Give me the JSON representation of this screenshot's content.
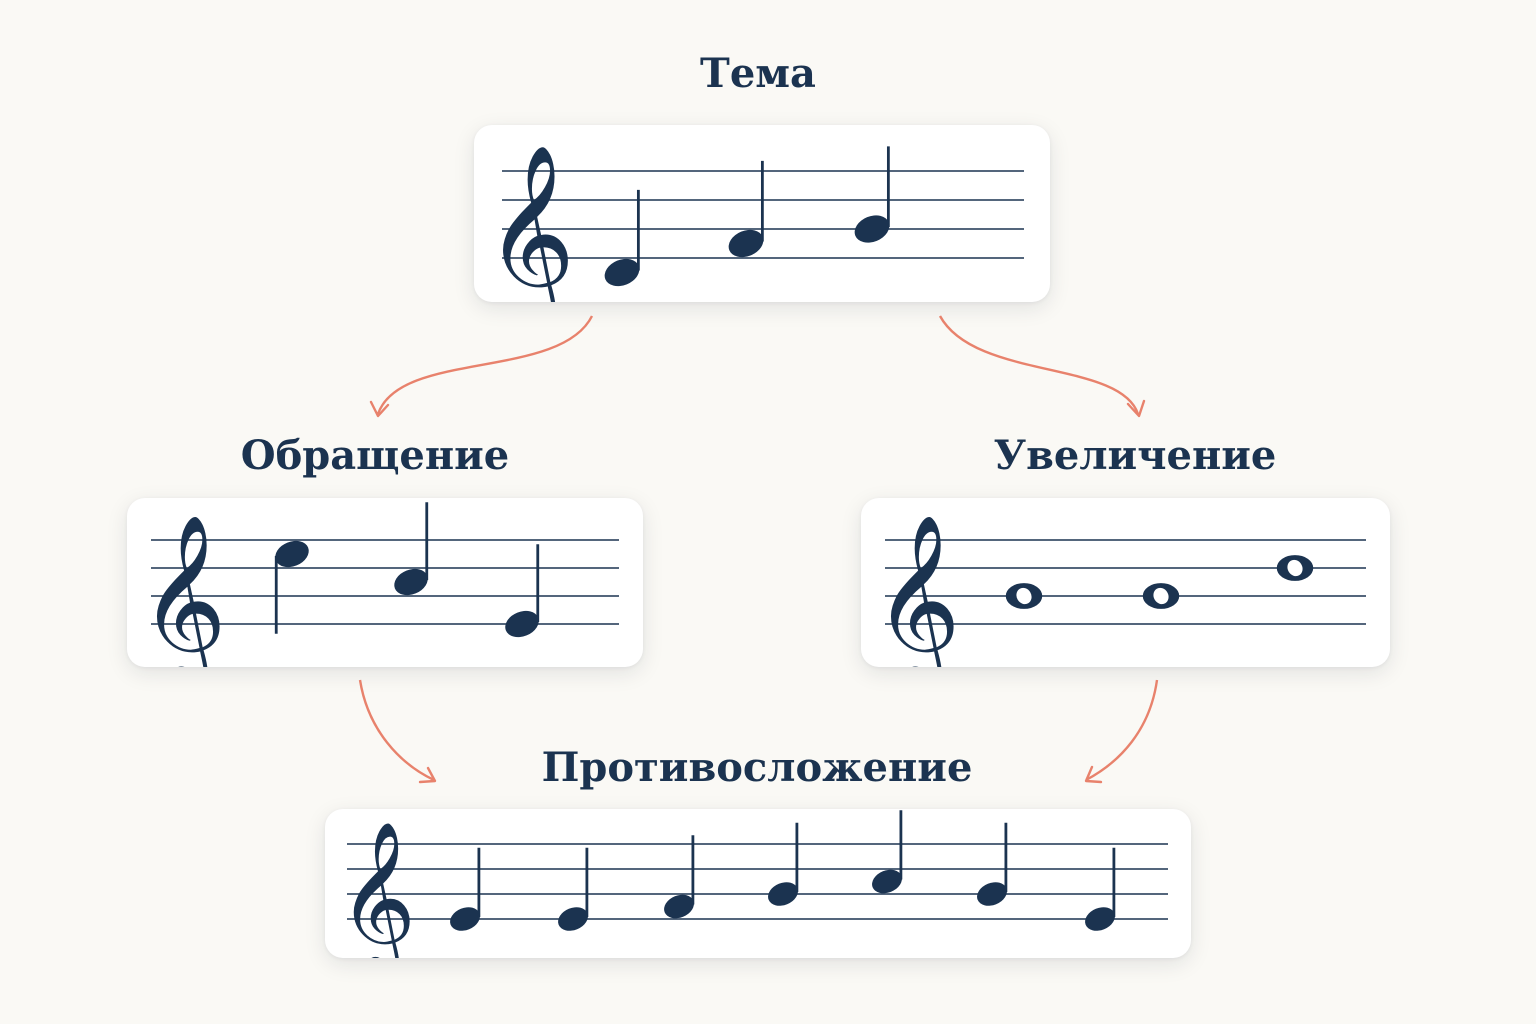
{
  "colors": {
    "ink": "#1b3350",
    "arrow": "#e8826c",
    "card": "#ffffff",
    "background": "#faf9f5"
  },
  "icons": [
    "treble-clef-icon",
    "arrow-icon"
  ],
  "nodes": {
    "theme": {
      "label": "Тема",
      "notes": [
        {
          "pitch": "D4",
          "duration": "quarter"
        },
        {
          "pitch": "F4",
          "duration": "quarter"
        },
        {
          "pitch": "G4",
          "duration": "quarter"
        }
      ]
    },
    "inversion": {
      "label": "Обращение",
      "notes": [
        {
          "pitch": "C5",
          "duration": "quarter"
        },
        {
          "pitch": "A4",
          "duration": "quarter"
        },
        {
          "pitch": "E4",
          "duration": "quarter"
        }
      ]
    },
    "augmentation": {
      "label": "Увеличение",
      "notes": [
        {
          "pitch": "G4",
          "duration": "whole"
        },
        {
          "pitch": "G4",
          "duration": "whole"
        },
        {
          "pitch": "B4",
          "duration": "whole"
        }
      ]
    },
    "countersubject": {
      "label": "Противосложение",
      "notes": [
        {
          "pitch": "E4",
          "duration": "quarter"
        },
        {
          "pitch": "E4",
          "duration": "quarter"
        },
        {
          "pitch": "F4",
          "duration": "quarter"
        },
        {
          "pitch": "G4",
          "duration": "quarter"
        },
        {
          "pitch": "A4",
          "duration": "quarter"
        },
        {
          "pitch": "G4",
          "duration": "quarter"
        },
        {
          "pitch": "E4",
          "duration": "quarter"
        }
      ]
    }
  },
  "edges": [
    {
      "from": "theme",
      "to": "inversion"
    },
    {
      "from": "theme",
      "to": "augmentation"
    },
    {
      "from": "inversion",
      "to": "countersubject"
    },
    {
      "from": "augmentation",
      "to": "countersubject"
    }
  ]
}
